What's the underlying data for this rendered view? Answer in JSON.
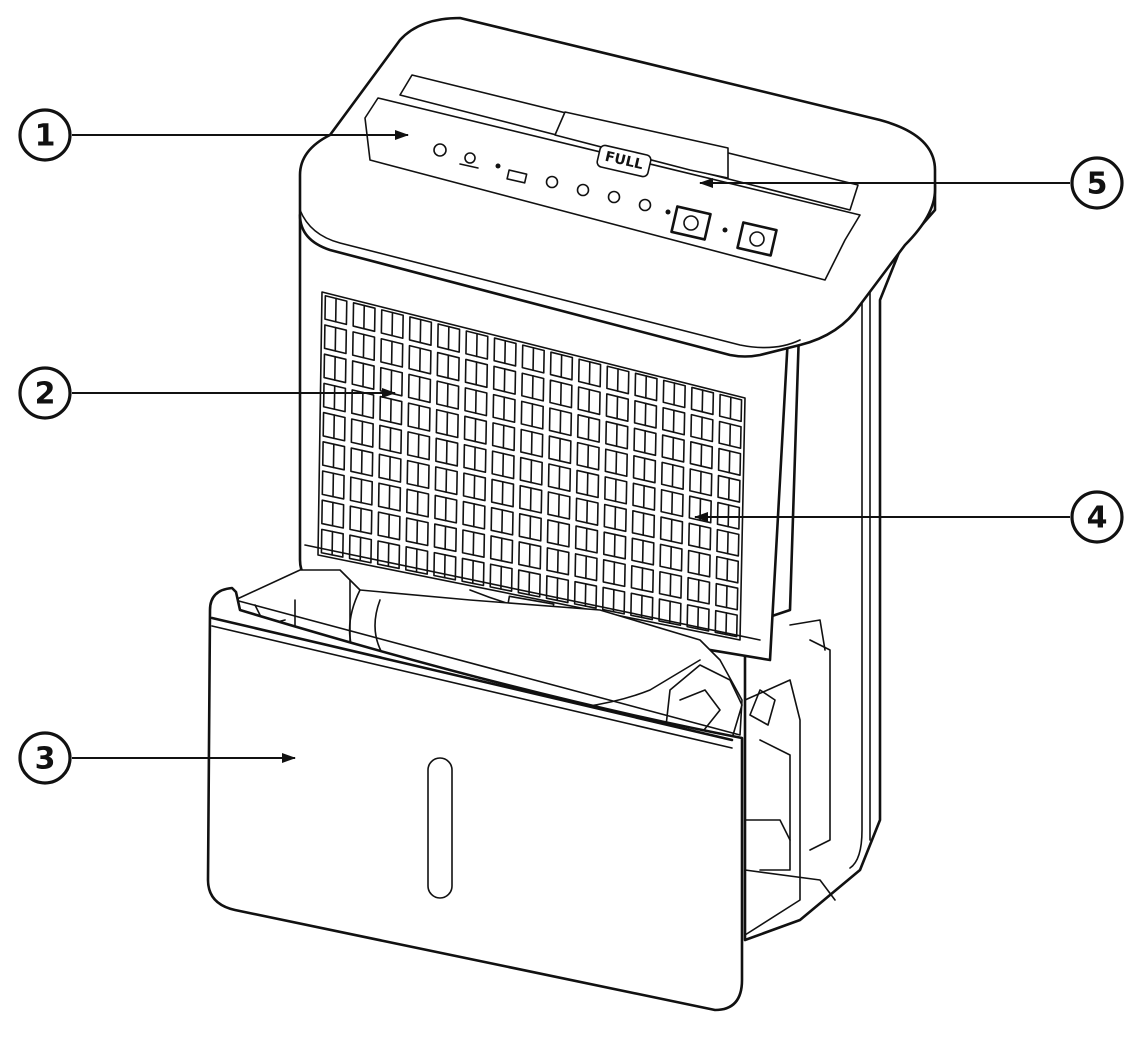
{
  "callouts": [
    {
      "id": "1",
      "label": "1"
    },
    {
      "id": "2",
      "label": "2"
    },
    {
      "id": "3",
      "label": "3"
    },
    {
      "id": "4",
      "label": "4"
    },
    {
      "id": "5",
      "label": "5"
    }
  ],
  "panel": {
    "full_indicator": "FULL"
  }
}
